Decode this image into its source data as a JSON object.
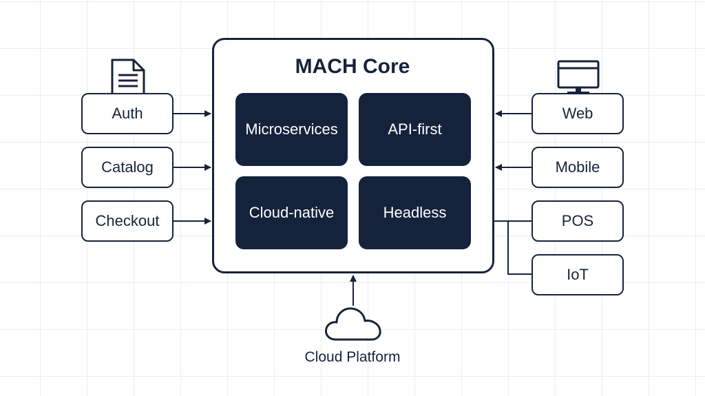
{
  "core": {
    "title": "MACH Core",
    "tiles": [
      "Microservices",
      "API-first",
      "Cloud-native",
      "Headless"
    ]
  },
  "left_services": [
    "Auth",
    "Catalog",
    "Checkout"
  ],
  "right_channels": [
    "Web",
    "Mobile",
    "POS",
    "IoT"
  ],
  "platform": {
    "label": "Cloud Platform"
  },
  "icons": {
    "document": "document-icon",
    "monitor": "monitor-icon",
    "cloud": "cloud-icon"
  },
  "colors": {
    "ink": "#16233a",
    "tile_fill": "#15223b",
    "grid": "#e9edf3"
  }
}
